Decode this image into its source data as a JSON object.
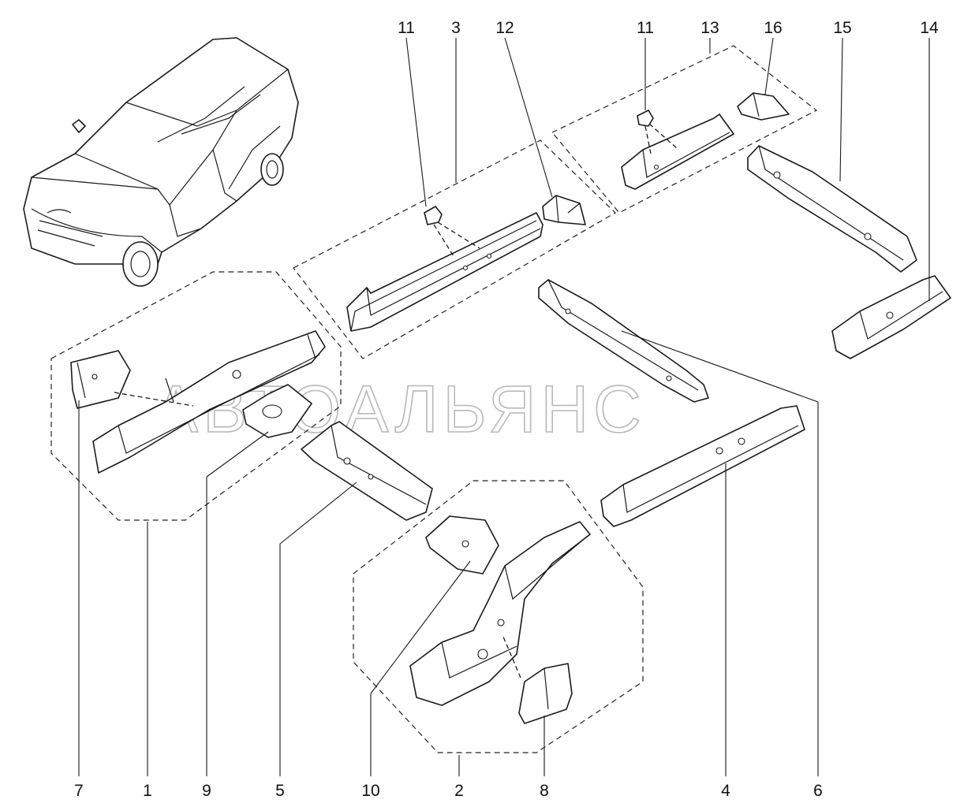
{
  "watermark": "АВТОАЛЬЯНС",
  "callouts": {
    "c11a": "11",
    "c3": "3",
    "c12": "12",
    "c11b": "11",
    "c13": "13",
    "c16": "16",
    "c15": "15",
    "c14": "14",
    "c7": "7",
    "c1": "1",
    "c9": "9",
    "c5": "5",
    "c10": "10",
    "c2": "2",
    "c8": "8",
    "c4": "4",
    "c6": "6"
  }
}
